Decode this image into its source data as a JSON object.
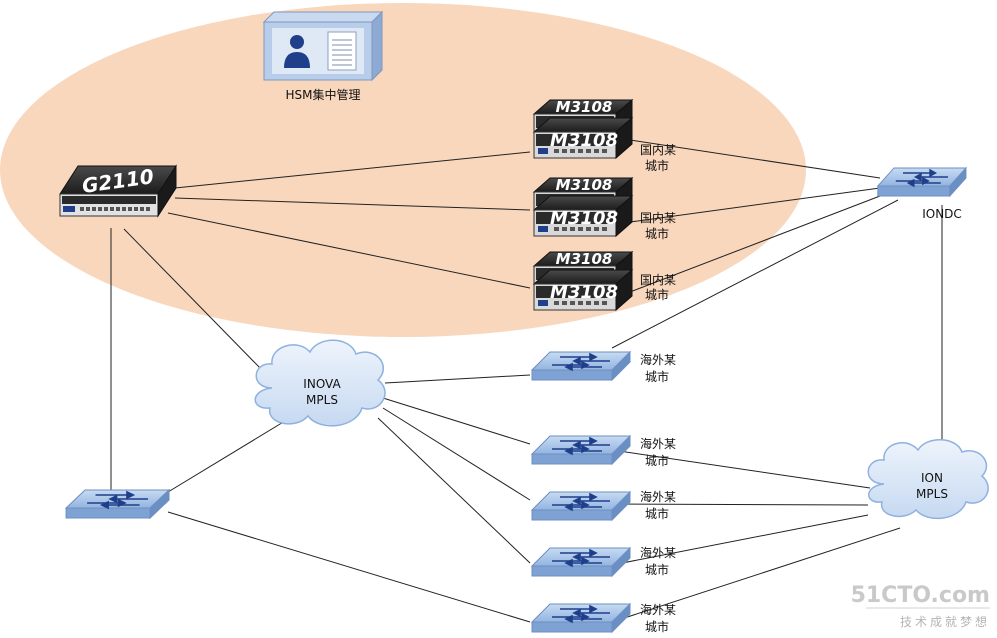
{
  "hsm": {
    "label": "HSM集中管理"
  },
  "g2110": {
    "model": "G2110"
  },
  "m3108_devices": [
    {
      "model": "M3108",
      "back_model": "M3108",
      "label_line1": "国内某",
      "label_line2": "城市"
    },
    {
      "model": "M3108",
      "back_model": "M3108",
      "label_line1": "国内某",
      "label_line2": "城市"
    },
    {
      "model": "M3108",
      "back_model": "M3108",
      "label_line1": "国内某",
      "label_line2": "城市"
    }
  ],
  "iondc": {
    "label": "IONDC"
  },
  "inova_cloud": {
    "line1": "INOVA",
    "line2": "MPLS"
  },
  "ion_cloud": {
    "line1": "ION",
    "line2": "MPLS"
  },
  "overseas_switches": [
    {
      "label_line1": "海外某",
      "label_line2": "城市"
    },
    {
      "label_line1": "海外某",
      "label_line2": "城市"
    },
    {
      "label_line1": "海外某",
      "label_line2": "城市"
    },
    {
      "label_line1": "海外某",
      "label_line2": "城市"
    },
    {
      "label_line1": "海外某",
      "label_line2": "城市"
    }
  ],
  "watermark": {
    "logo": "51CTO.com",
    "sub": "技术成就梦想"
  },
  "colors": {
    "zone_fill": "#f8d7bd",
    "cloud_fill": "#dde9f7",
    "switch_top": "#a9c4e8",
    "device_body": "#2f2f2f",
    "line": "#222222"
  }
}
